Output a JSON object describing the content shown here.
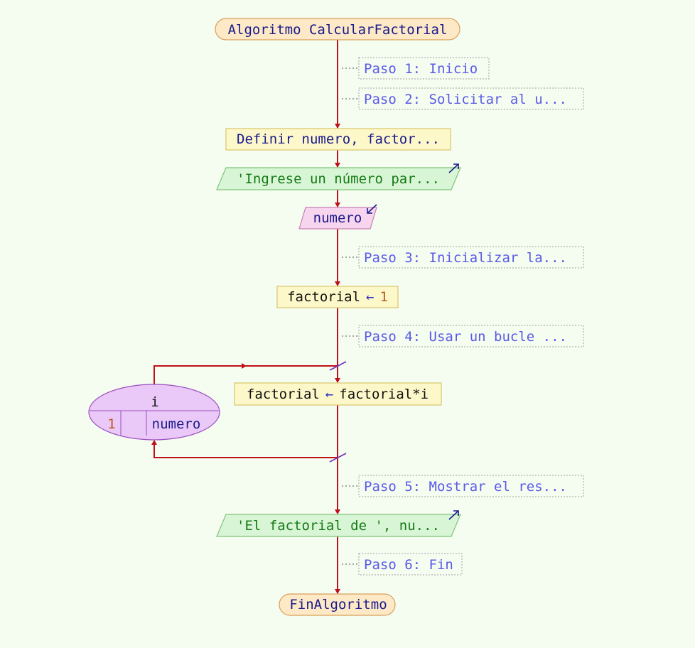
{
  "colors": {
    "background": "#f5fcf0",
    "flow_line": "#c0101a",
    "terminal_fill": "#fde9c6",
    "terminal_stroke": "#d9a05b",
    "process_fill": "#fdf8c9",
    "process_stroke": "#d9c56b",
    "output_fill": "#d8f5d6",
    "output_stroke": "#7fc47a",
    "input_fill": "#f7d5ef",
    "input_stroke": "#c77fb4",
    "loop_fill": "#eac8f7",
    "loop_stroke": "#9a4fc0",
    "comment_text": "#5a5ae6",
    "keyword_text": "#1a1a8c",
    "string_text": "#157a15",
    "number_text": "#b85a1a"
  },
  "start": {
    "label": "Algoritmo CalcularFactorial"
  },
  "comments": [
    "Paso 1: Inicio",
    "Paso 2: Solicitar al u...",
    "Paso 3: Inicializar la...",
    "Paso 4: Usar un bucle ...",
    "Paso 5: Mostrar el res...",
    "Paso 6: Fin"
  ],
  "define": {
    "label": "Definir numero, factor..."
  },
  "output1": {
    "label": "'Ingrese un número par..."
  },
  "input1": {
    "label": "numero"
  },
  "assign1": {
    "var": "factorial",
    "arrow": "←",
    "value": "1"
  },
  "loop": {
    "var": "i",
    "start": "1",
    "end": "numero",
    "body": {
      "var": "factorial",
      "arrow": "←",
      "expr": "factorial*i"
    }
  },
  "output2": {
    "label": "'El factorial de ', nu..."
  },
  "end": {
    "label": "FinAlgoritmo"
  },
  "icons": [
    "output-arrow-icon",
    "input-arrow-icon"
  ]
}
